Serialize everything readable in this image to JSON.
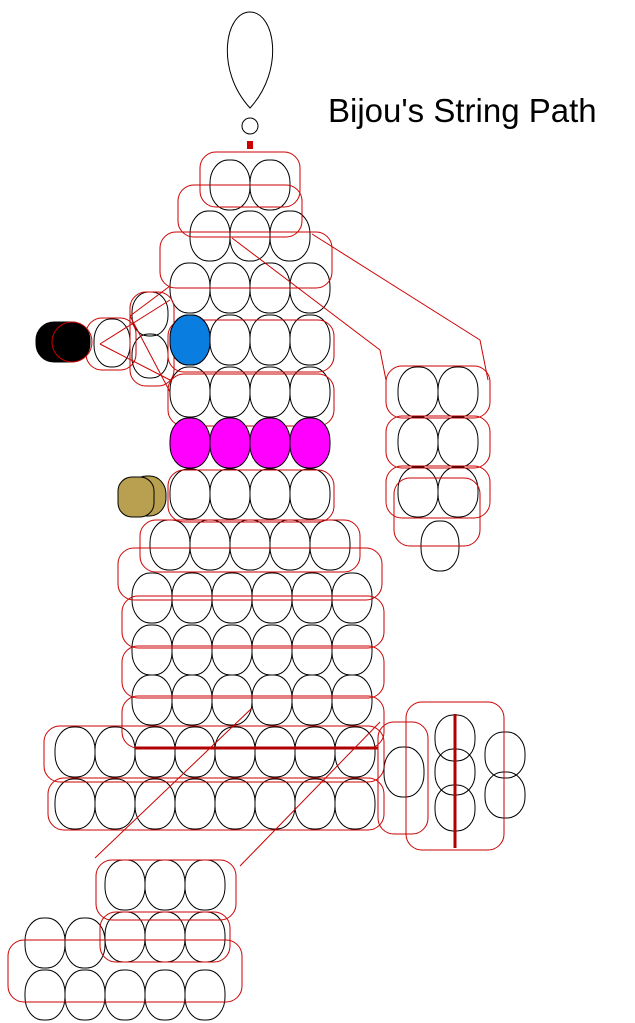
{
  "title": "Bijou's String Path",
  "colors": {
    "bead_outline": "#000000",
    "string": "#cc0000",
    "string_dark": "#b00000",
    "background": "#ffffff",
    "eye": "#0a7de0",
    "collar": "#ff00ff",
    "nose": "#000000",
    "tongue": "#b8a050"
  },
  "parts": [
    "hanging-loop",
    "head",
    "ear",
    "snout",
    "eye",
    "nose",
    "collar",
    "tongue",
    "body",
    "tail",
    "front-leg",
    "back-leg",
    "foot"
  ]
}
